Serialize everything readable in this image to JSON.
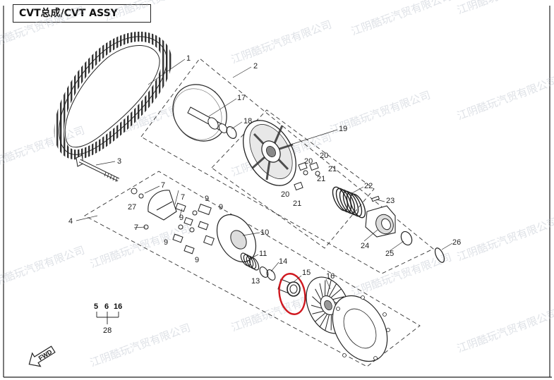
{
  "title": "CVT总成/CVT ASSY",
  "watermark_text": "江阴酷玩汽贸有限公司",
  "kit": {
    "parts": [
      "5",
      "6",
      "16"
    ],
    "kit_number": "28"
  },
  "direction_label": "FWD",
  "highlight_color": "#d0181f",
  "callouts": [
    {
      "key": "n1",
      "label": "1"
    },
    {
      "key": "n2",
      "label": "2"
    },
    {
      "key": "n3",
      "label": "3"
    },
    {
      "key": "n4",
      "label": "4"
    },
    {
      "key": "n7a",
      "label": "7"
    },
    {
      "key": "n7b",
      "label": "7"
    },
    {
      "key": "n7c",
      "label": "7"
    },
    {
      "key": "n9a",
      "label": "9"
    },
    {
      "key": "n9b",
      "label": "9"
    },
    {
      "key": "n9c",
      "label": "9"
    },
    {
      "key": "n9d",
      "label": "9"
    },
    {
      "key": "n9e",
      "label": "9"
    },
    {
      "key": "n10",
      "label": "10"
    },
    {
      "key": "n11",
      "label": "11"
    },
    {
      "key": "n13",
      "label": "13"
    },
    {
      "key": "n14",
      "label": "14"
    },
    {
      "key": "n15",
      "label": "15"
    },
    {
      "key": "n16",
      "label": "16"
    },
    {
      "key": "n17",
      "label": "17"
    },
    {
      "key": "n18",
      "label": "18"
    },
    {
      "key": "n19",
      "label": "19"
    },
    {
      "key": "n20a",
      "label": "20"
    },
    {
      "key": "n20b",
      "label": "20"
    },
    {
      "key": "n20c",
      "label": "20"
    },
    {
      "key": "n21a",
      "label": "21"
    },
    {
      "key": "n21b",
      "label": "21"
    },
    {
      "key": "n21c",
      "label": "21"
    },
    {
      "key": "n22",
      "label": "22"
    },
    {
      "key": "n23",
      "label": "23"
    },
    {
      "key": "n24",
      "label": "24"
    },
    {
      "key": "n25",
      "label": "25"
    },
    {
      "key": "n26",
      "label": "26"
    },
    {
      "key": "n27",
      "label": "27"
    }
  ]
}
